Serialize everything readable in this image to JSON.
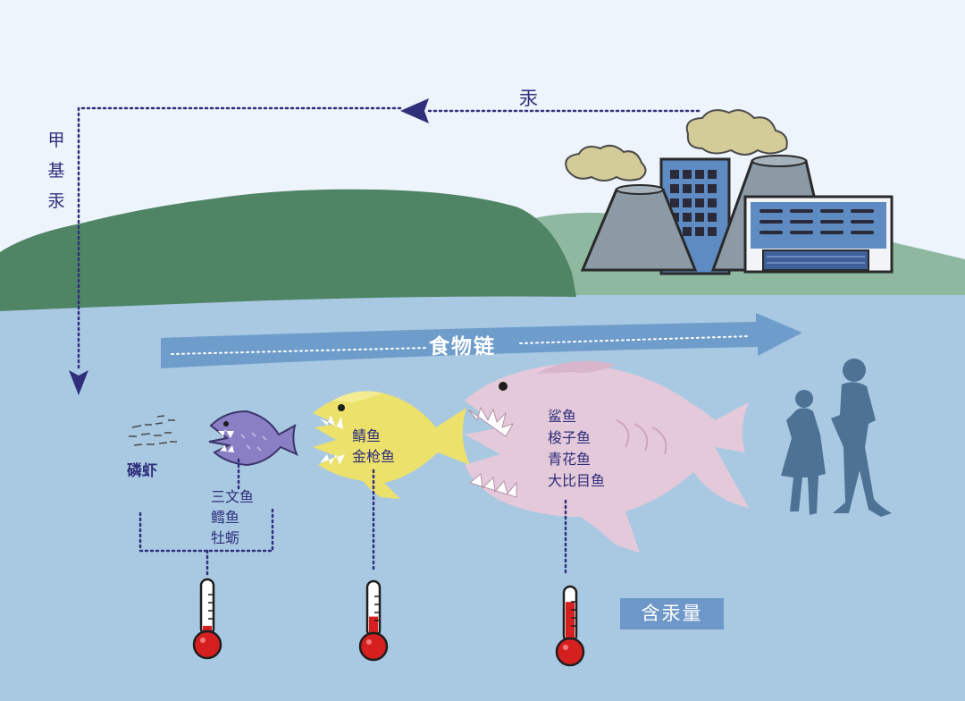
{
  "diagram": {
    "labels": {
      "mercury": "汞",
      "methylmercury": [
        "甲",
        "基",
        "汞"
      ],
      "food_chain": "食物链",
      "krill": "磷虾",
      "small_fish": [
        "三文鱼",
        "鳕鱼",
        "牡蛎"
      ],
      "medium_fish": [
        "鲭鱼",
        "金枪鱼"
      ],
      "large_fish": [
        "鲨鱼",
        "梭子鱼",
        "青花鱼",
        "大比目鱼"
      ],
      "legend": "含汞量"
    },
    "thermometers": [
      {
        "target": "small",
        "level": 0.18
      },
      {
        "target": "medium",
        "level": 0.4
      },
      {
        "target": "large",
        "level": 0.8
      }
    ],
    "colors": {
      "sky": "#eef4fb",
      "water": "#a9c9e2",
      "hill": "#4f8465",
      "label": "#2f2f7c",
      "arrow": "#6e9ccb",
      "mercury_red": "#d62020",
      "small_fish": "#8a7fc4",
      "medium_fish": "#ece16a",
      "large_fish": "#e3c9d9",
      "people": "#4e7294"
    },
    "icons": [
      "factory-icon",
      "smoke-icon",
      "krill-icon",
      "fish-icon",
      "thermometer-icon",
      "people-icon",
      "arrow-icon"
    ]
  }
}
